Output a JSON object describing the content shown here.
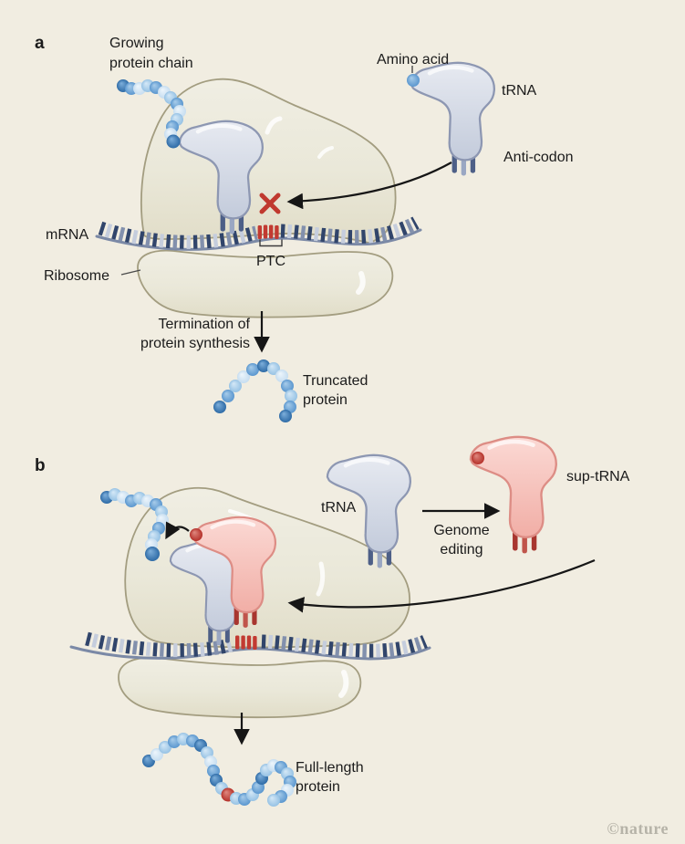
{
  "palette": {
    "background": "#f1ede1",
    "ribosome_fill": "#eae8d9",
    "ribosome_outline": "#a39d80",
    "trna_fill": "#ccd3e1",
    "trna_outline": "#8d97b2",
    "sup_trna_fill": "#f6c3bd",
    "sup_trna_outline": "#dd8d85",
    "stop_red": "#c0392f",
    "mrna_navy": "#31456b",
    "mrna_steel": "#8290ad",
    "mrna_light": "#c5cddd",
    "protein_blue_dark": "#2e6ba6",
    "protein_blue_mid": "#5b97cf",
    "protein_blue_light": "#9fc8e8",
    "protein_blue_pale": "#cfe4f4"
  },
  "panel_a": {
    "label": "a",
    "growing_chain": [
      "Growing",
      "protein chain"
    ],
    "amino_acid": "Amino acid",
    "trna": "tRNA",
    "anti_codon": "Anti-codon",
    "mrna": "mRNA",
    "ribosome": "Ribosome",
    "ptc": "PTC",
    "termination": [
      "Termination of",
      "protein synthesis"
    ],
    "truncated": [
      "Truncated",
      "protein"
    ]
  },
  "panel_b": {
    "label": "b",
    "trna": "tRNA",
    "genome_editing": [
      "Genome",
      "editing"
    ],
    "sup_trna": "sup-tRNA",
    "full_length": [
      "Full-length",
      "protein"
    ]
  },
  "watermark": "©nature"
}
